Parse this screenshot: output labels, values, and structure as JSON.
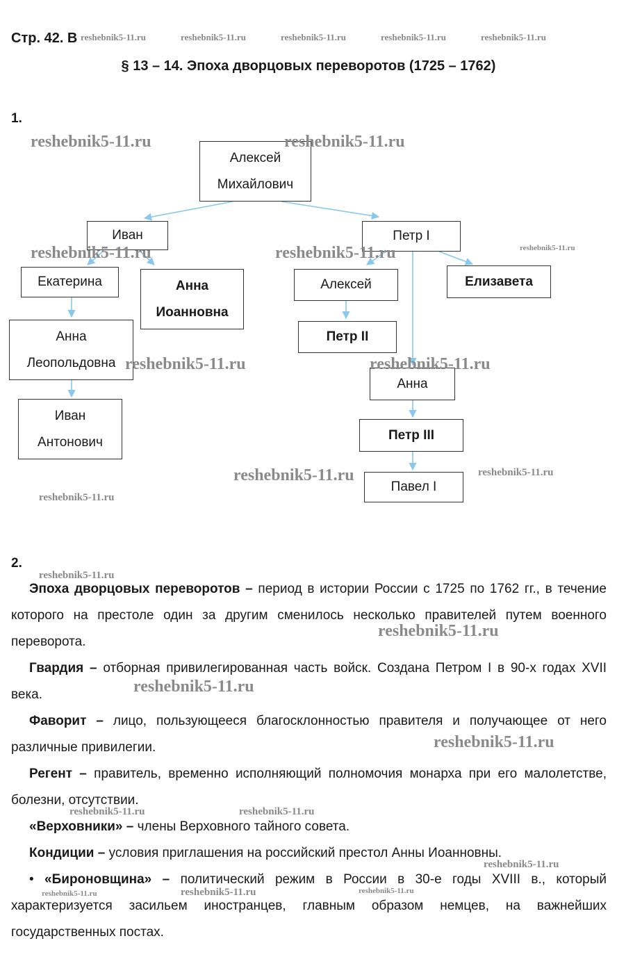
{
  "header": {
    "page_label": "Стр. 42. В"
  },
  "section_title": "§ 13 – 14. Эпоха дворцовых переворотов (1725 – 1762)",
  "task1": {
    "number": "1.",
    "tree": {
      "aleksey_mikh": [
        "Алексей",
        "Михайлович"
      ],
      "ivan": "Иван",
      "petr1": "Петр I",
      "ekaterina": "Екатерина",
      "anna_ioannovna": [
        "Анна",
        "Иоанновна"
      ],
      "aleksey": "Алексей",
      "elizaveta": "Елизавета",
      "petr2": "Петр II",
      "anna_leop": [
        "Анна",
        "Леопольдовна"
      ],
      "anna": "Анна",
      "ivan_ant": [
        "Иван",
        "Антонович"
      ],
      "petr3": "Петр III",
      "pavel1": "Павел I"
    },
    "arrow_color": "#87c8ec"
  },
  "task2": {
    "number": "2.",
    "terms": [
      {
        "term": "Эпоха дворцовых переворотов",
        "dash": " – ",
        "def": "период в истории России с 1725 по 1762 гг., в течение которого на престоле один за другим сменилось несколько правителей путем военного переворота."
      },
      {
        "term": "Гвардия",
        "dash": " – ",
        "def": "отборная привилегированная часть войск. Создана Петром I в 90-х годах XVII века."
      },
      {
        "term": "Фаворит",
        "dash": " – ",
        "def": "лицо, пользующееся благосклонностью правителя и получающее от него различные привилегии."
      },
      {
        "term": "Регент",
        "dash": " – ",
        "def": "правитель, временно исполняющий полномочия монарха при его малолетстве, болезни, отсутствии."
      },
      {
        "term": "«Верховники»",
        "dash": " – ",
        "def": "члены Верховного тайного совета."
      },
      {
        "term": "Кондиции",
        "dash": " – ",
        "def": "условия приглашения на российский престол Анны Иоанновны."
      },
      {
        "bullet": "• ",
        "term": "«Бироновщина»",
        "dash": " – ",
        "def": "политический режим в России в 30-е годы XVIII в., который характеризуется засильем иностранцев, главным образом немцев, на важнейших государственных постах."
      }
    ]
  },
  "watermark": "reshebnik5-11.ru"
}
